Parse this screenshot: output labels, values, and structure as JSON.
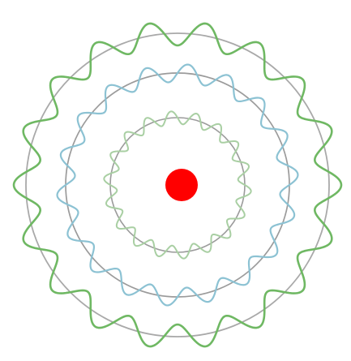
{
  "diagram": {
    "background_color": "#ffffff",
    "nucleus": {
      "color": "#ff0000"
    },
    "orbits": [
      {
        "level": 1,
        "circle_color": "#8a8a8a",
        "wave_color": "#a9cfa3",
        "wavelengths": 18
      },
      {
        "level": 2,
        "circle_color": "#8a8a8a",
        "wave_color": "#8cc2d3",
        "wavelengths": 18
      },
      {
        "level": 3,
        "circle_color": "#9a9a9a",
        "wave_color": "#6fb863",
        "wavelengths": 18
      }
    ]
  }
}
